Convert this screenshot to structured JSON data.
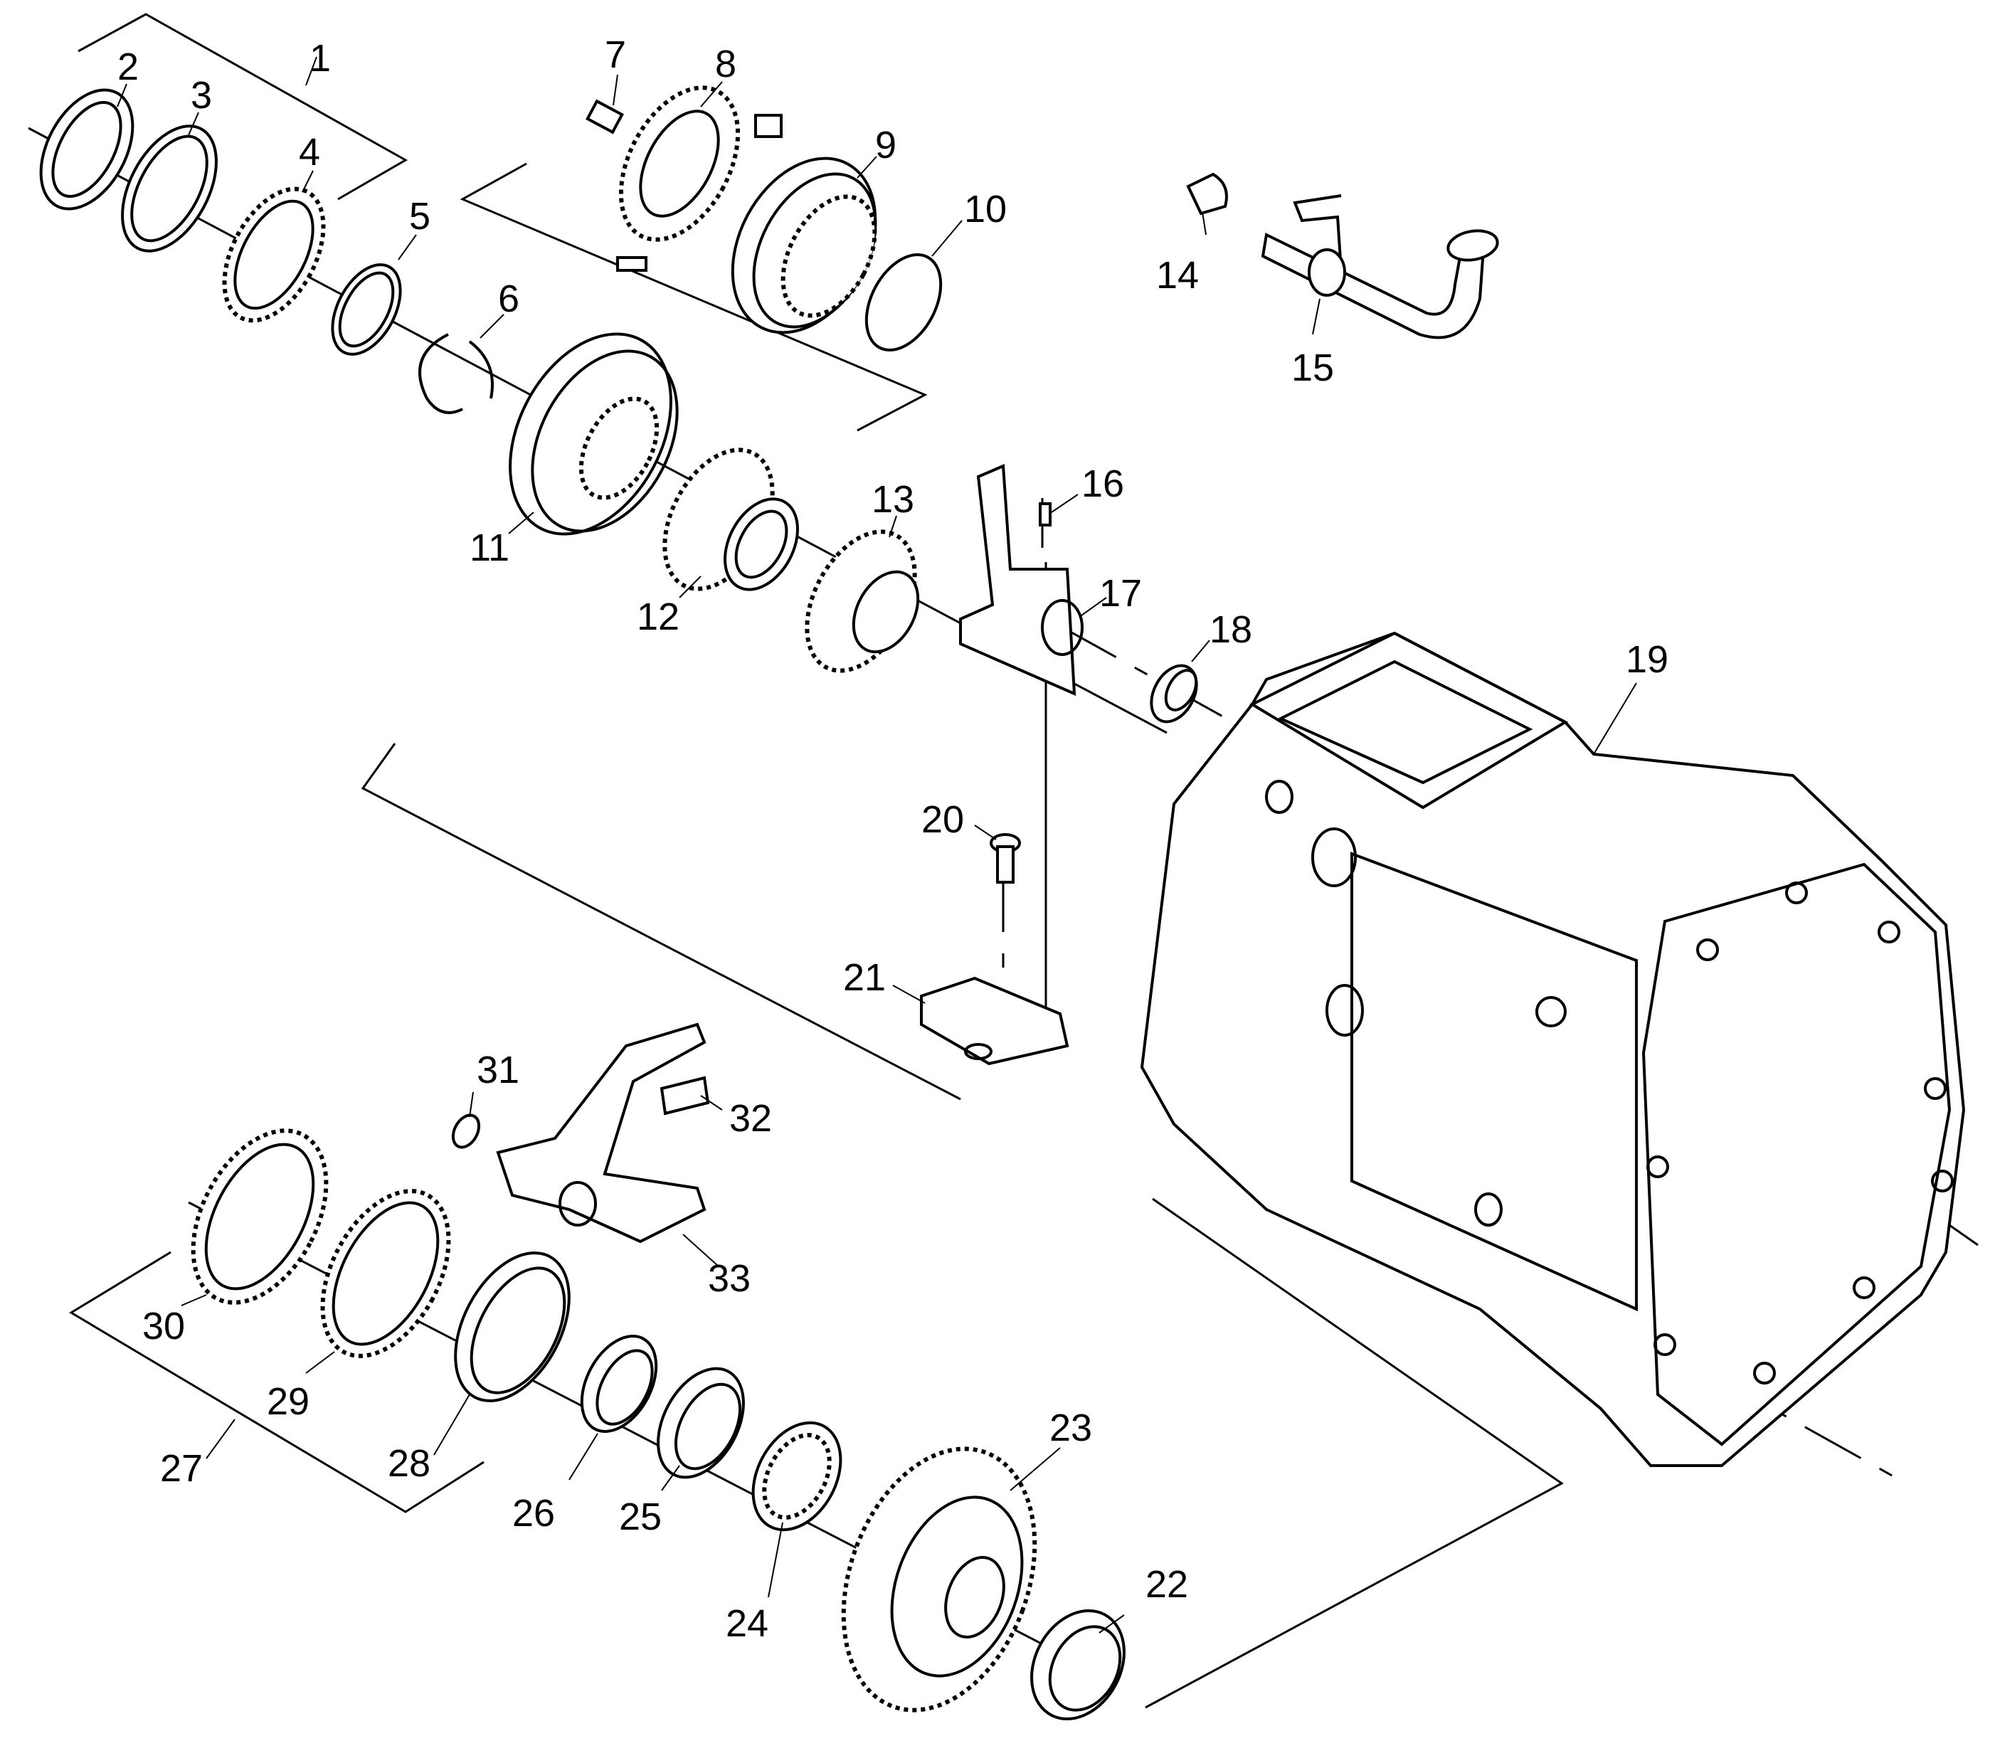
{
  "callouts": [
    "1",
    "2",
    "3",
    "4",
    "5",
    "6",
    "7",
    "8",
    "9",
    "10",
    "11",
    "12",
    "13",
    "14",
    "15",
    "16",
    "17",
    "18",
    "19",
    "20",
    "21",
    "22",
    "23",
    "24",
    "25",
    "26",
    "27",
    "28",
    "29",
    "30",
    "31",
    "32",
    "33"
  ],
  "colors": {
    "line": "#000000",
    "background": "#ffffff"
  }
}
